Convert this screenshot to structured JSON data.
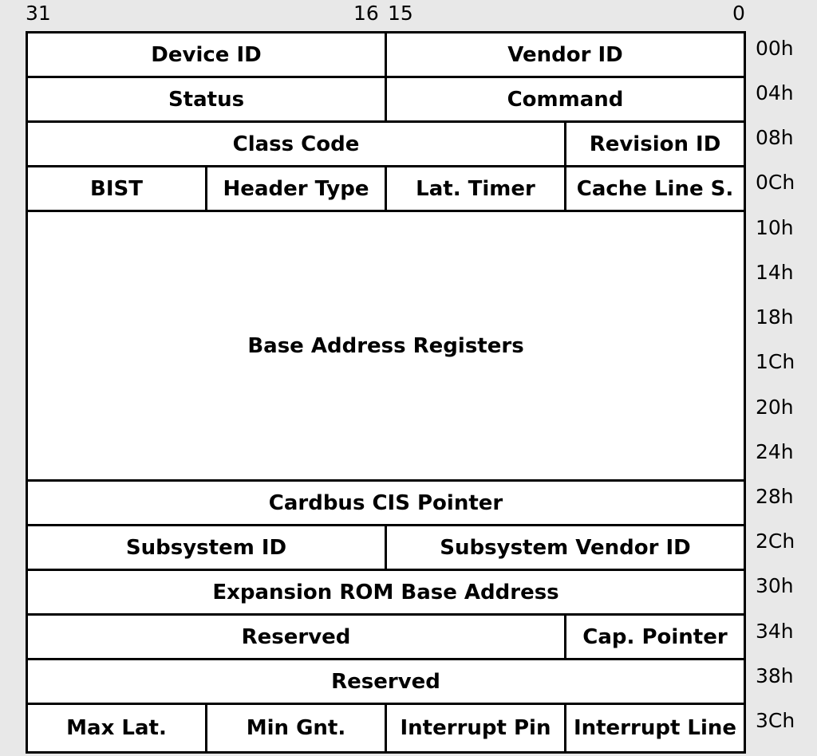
{
  "bits": {
    "b31": "31",
    "b16": "16",
    "b15": "15",
    "b0": "0"
  },
  "rows": [
    {
      "offset": "00h",
      "cells": [
        "Device ID",
        "Vendor ID"
      ]
    },
    {
      "offset": "04h",
      "cells": [
        "Status",
        "Command"
      ]
    },
    {
      "offset": "08h",
      "cells": [
        "Class Code",
        "Revision ID"
      ]
    },
    {
      "offset": "0Ch",
      "cells": [
        "BIST",
        "Header Type",
        "Lat. Timer",
        "Cache Line S."
      ]
    },
    {
      "offset": "10h",
      "cells": [
        "Base Address Registers"
      ]
    },
    {
      "offset": "14h"
    },
    {
      "offset": "18h"
    },
    {
      "offset": "1Ch"
    },
    {
      "offset": "20h"
    },
    {
      "offset": "24h"
    },
    {
      "offset": "28h",
      "cells": [
        "Cardbus CIS Pointer"
      ]
    },
    {
      "offset": "2Ch",
      "cells": [
        "Subsystem ID",
        "Subsystem Vendor ID"
      ]
    },
    {
      "offset": "30h",
      "cells": [
        "Expansion ROM Base Address"
      ]
    },
    {
      "offset": "34h",
      "cells": [
        "Reserved",
        "Cap. Pointer"
      ]
    },
    {
      "offset": "38h",
      "cells": [
        "Reserved"
      ]
    },
    {
      "offset": "3Ch",
      "cells": [
        "Max Lat.",
        "Min Gnt.",
        "Interrupt Pin",
        "Interrupt Line"
      ]
    }
  ]
}
